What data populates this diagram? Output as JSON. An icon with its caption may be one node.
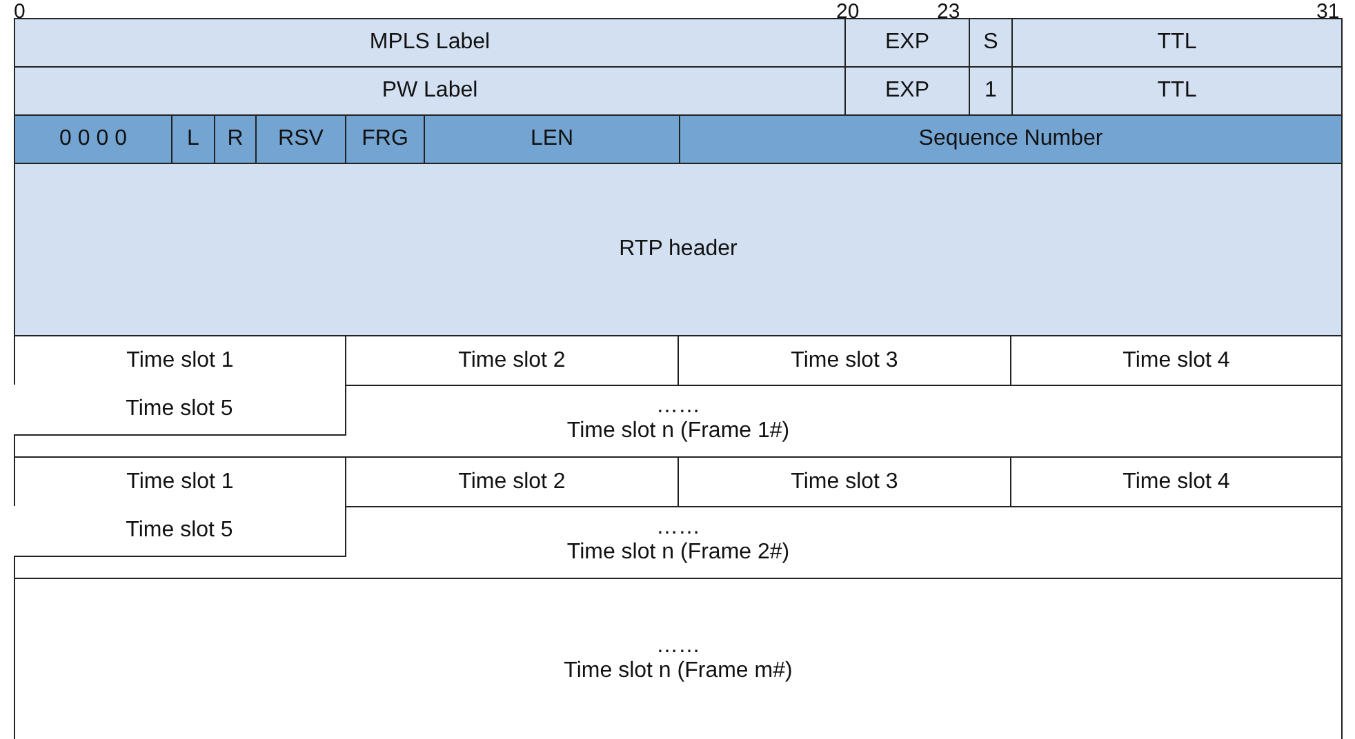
{
  "diagram": {
    "nodes": [
      {
        "text": [
          "MPLS Label"
        ]
      },
      {
        "text": [
          "EXP"
        ]
      },
      {
        "text": [
          "S"
        ]
      },
      {
        "text": [
          "TTL"
        ]
      },
      {
        "text": [
          "PW Label"
        ]
      },
      {
        "text": [
          "EXP"
        ]
      },
      {
        "text": [
          "1"
        ]
      },
      {
        "text": [
          "TTL"
        ]
      },
      {
        "text": [
          "0 0 0 0"
        ]
      },
      {
        "text": [
          "L"
        ]
      },
      {
        "text": [
          "R"
        ]
      },
      {
        "text": [
          "RSV"
        ]
      },
      {
        "text": [
          "FRG"
        ]
      },
      {
        "text": [
          "LEN"
        ]
      },
      {
        "text": [
          "Sequence Number"
        ]
      },
      {
        "text": [
          "RTP header"
        ]
      },
      {
        "text": [
          "Time slot 1"
        ]
      },
      {
        "text": [
          "Time slot 2"
        ]
      },
      {
        "text": [
          "Time slot 3"
        ]
      },
      {
        "text": [
          "Time slot 4"
        ]
      },
      {
        "text": [
          "……",
          "Time slot n (Frame 1#)"
        ]
      },
      {
        "text": [
          "Time slot 5"
        ],
        "in": 20
      },
      {
        "text": [
          "Time slot 1"
        ]
      },
      {
        "text": [
          "Time slot 2"
        ]
      },
      {
        "text": [
          "Time slot 3"
        ]
      },
      {
        "text": [
          "Time slot 4"
        ]
      },
      {
        "text": [
          "……",
          "Time slot n (Frame 2#)"
        ]
      },
      {
        "text": [
          "Time slot 5"
        ],
        "in": 26
      },
      {
        "text": [
          "……",
          "Time slot n (Frame m#)"
        ]
      }
    ],
    "labels": [
      "0",
      "20",
      "23",
      "31"
    ]
  }
}
